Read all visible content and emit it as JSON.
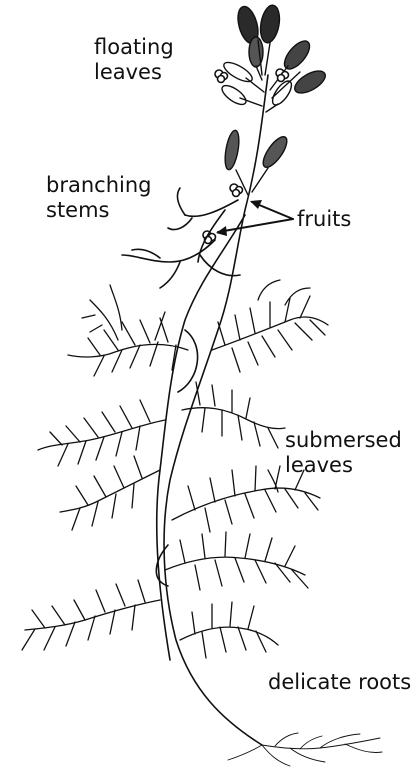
{
  "labels": {
    "floating_leaves": [
      "floating",
      "leaves"
    ],
    "branching_stems": [
      "branching",
      "stems"
    ],
    "fruits": "fruits",
    "submersed_leaves": [
      "submersed",
      "leaves"
    ],
    "delicate_roots": "delicate roots"
  },
  "colors": {
    "ink": "#111111",
    "background": "#ffffff"
  }
}
